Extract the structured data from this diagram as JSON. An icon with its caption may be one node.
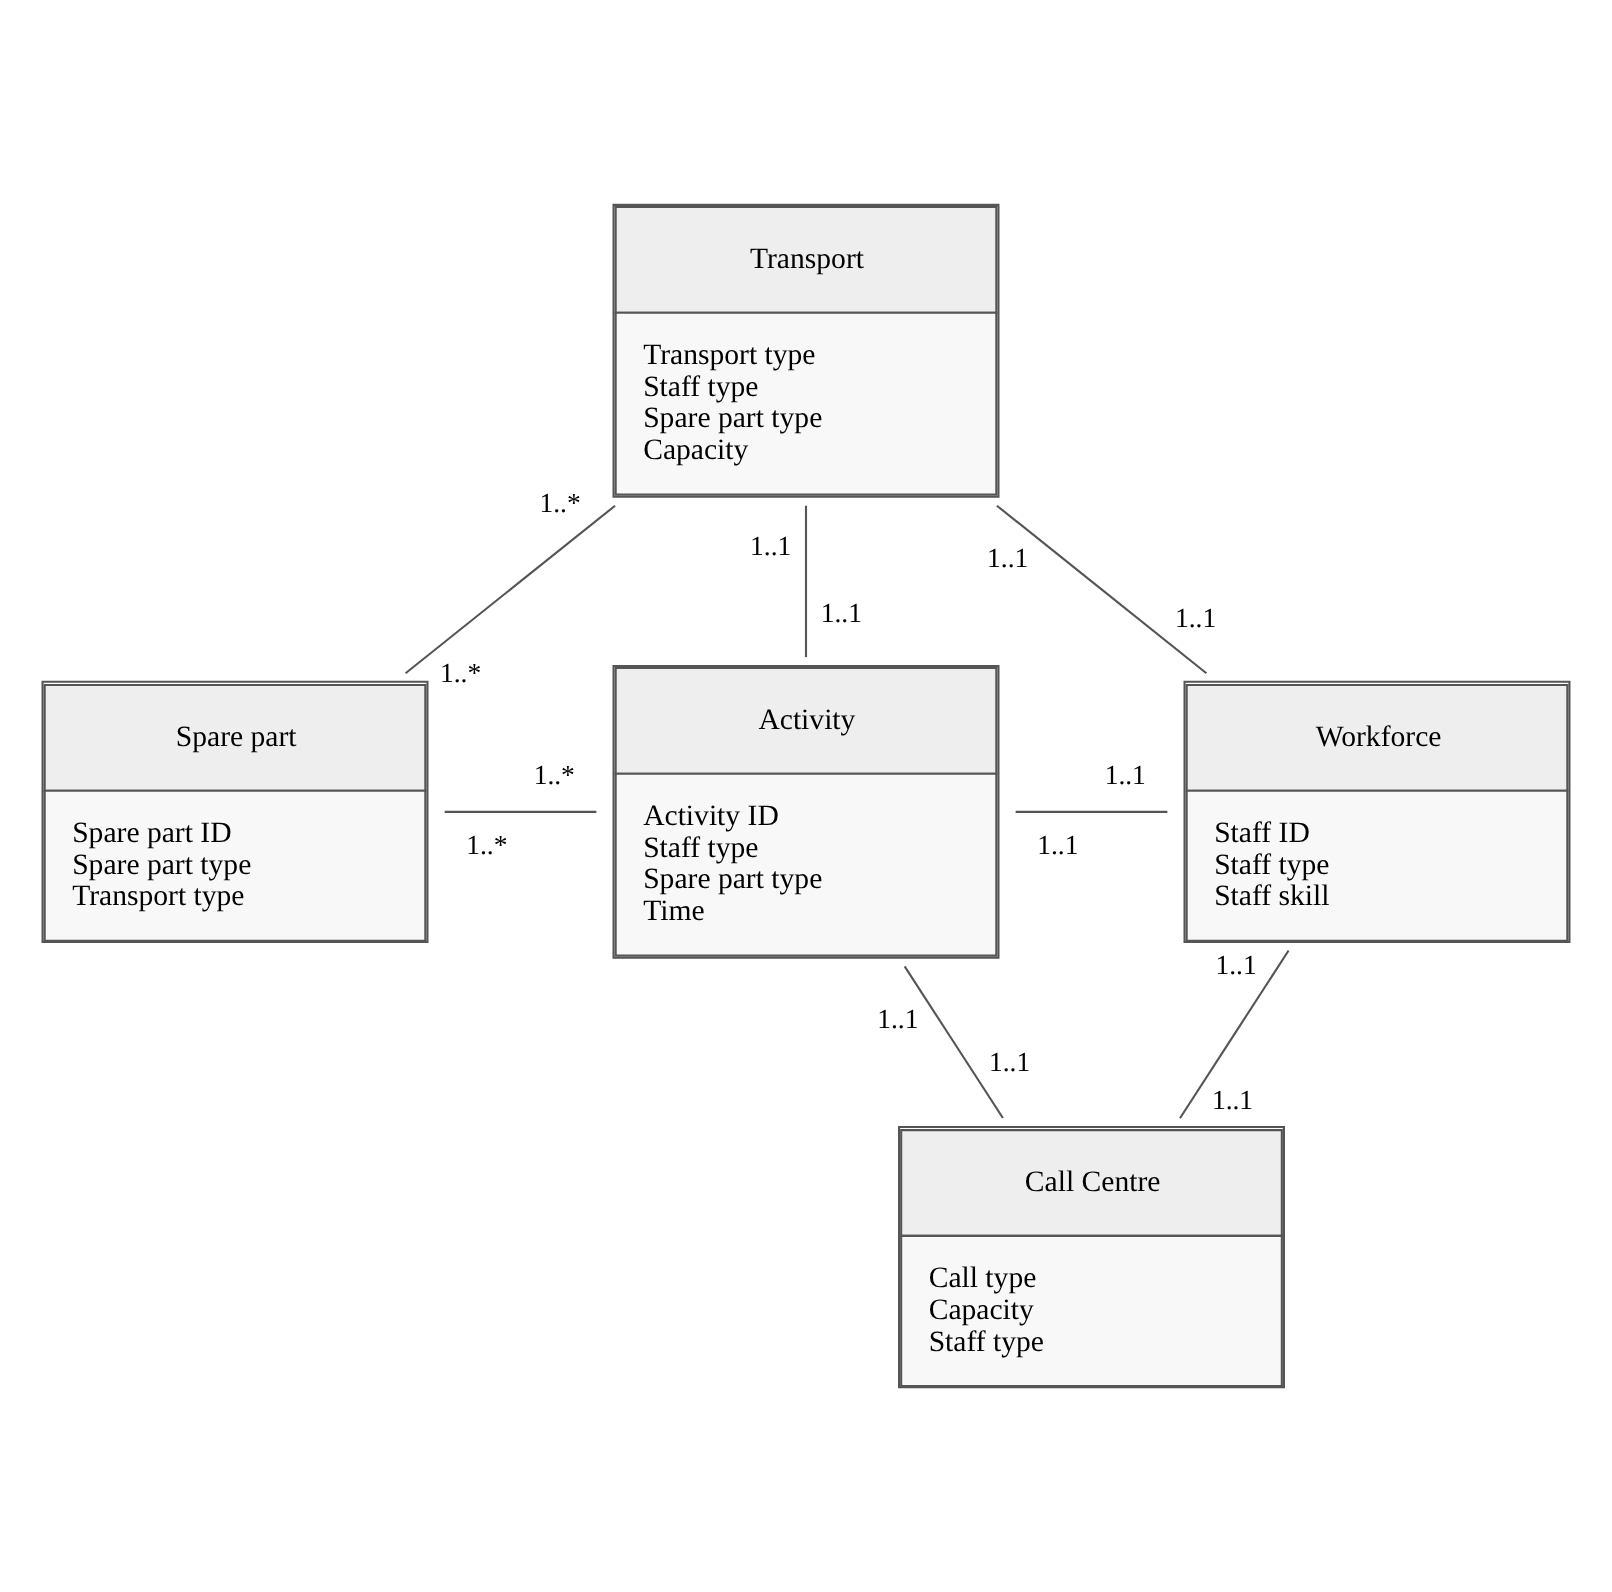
{
  "diagram": {
    "nodes": [
      {
        "text": [
          "Transport",
          "Transport type",
          "Staff type",
          "Spare part type",
          "Capacity"
        ]
      },
      {
        "text": [
          "Spare part",
          "Spare part ID",
          "Spare part type",
          "Transport type"
        ]
      },
      {
        "text": [
          "Activity",
          "Activity ID",
          "Staff type",
          "Spare part type",
          "Time"
        ]
      },
      {
        "text": [
          "Workforce",
          "Staff ID",
          "Staff type",
          "Staff skill"
        ]
      },
      {
        "text": [
          "Call Centre",
          "Call type",
          "Capacity",
          "Staff type"
        ]
      }
    ],
    "edges": [
      {
        "from": 0,
        "to": 1,
        "arrow": "none"
      },
      {
        "from": 0,
        "to": 2,
        "arrow": "none"
      },
      {
        "from": 0,
        "to": 3,
        "arrow": "none"
      },
      {
        "from": 1,
        "to": 2,
        "arrow": "none"
      },
      {
        "from": 2,
        "to": 3,
        "arrow": "none"
      },
      {
        "from": 2,
        "to": 4,
        "arrow": "none"
      },
      {
        "from": 3,
        "to": 4,
        "arrow": "none"
      }
    ],
    "labels": [
      "1..*",
      "1..*",
      "1..1",
      "1..1",
      "1..1",
      "1..1",
      "1..*",
      "1..*",
      "1..1",
      "1..1",
      "1..1",
      "1..1",
      "1..1",
      "1..1"
    ]
  }
}
